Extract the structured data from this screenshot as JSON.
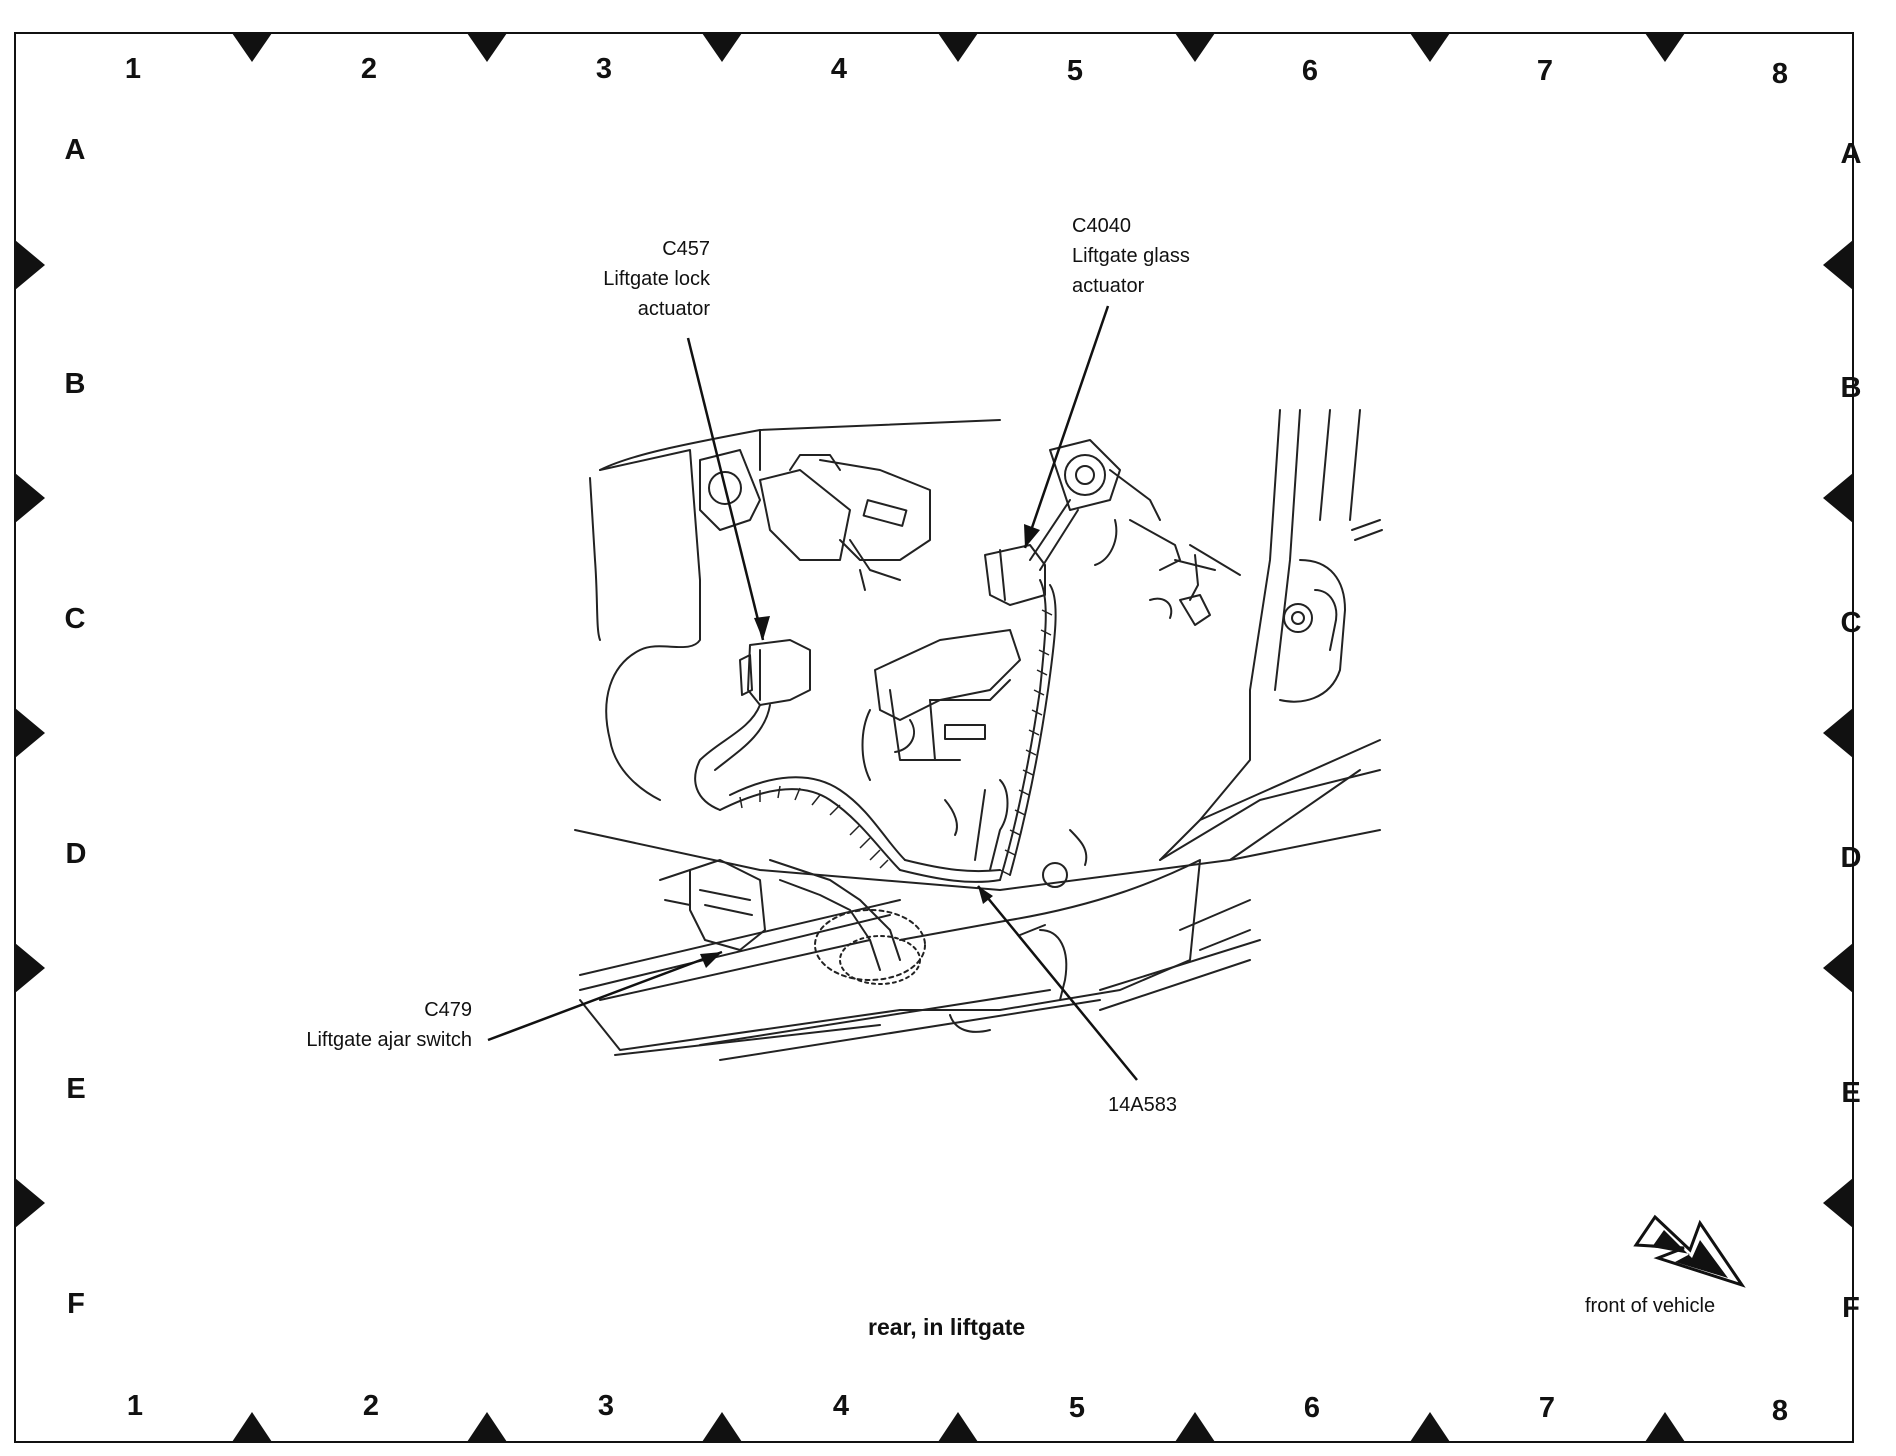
{
  "grid": {
    "columns": [
      "1",
      "2",
      "3",
      "4",
      "5",
      "6",
      "7",
      "8"
    ],
    "rows": [
      "A",
      "B",
      "C",
      "D",
      "E",
      "F"
    ]
  },
  "callouts": {
    "c457": {
      "id": "C457",
      "line1": "Liftgate lock",
      "line2": "actuator"
    },
    "c4040": {
      "id": "C4040",
      "line1": "Liftgate glass",
      "line2": "actuator"
    },
    "c479": {
      "id": "C479",
      "line1": "Liftgate ajar switch"
    },
    "harness": {
      "id": "14A583"
    }
  },
  "caption": "rear, in liftgate",
  "direction": {
    "label": "front of vehicle",
    "icon": "front-of-vehicle-arrow-icon"
  }
}
